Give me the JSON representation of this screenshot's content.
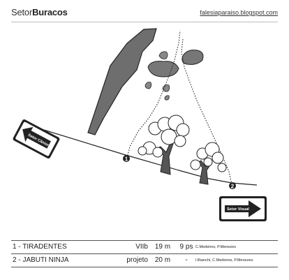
{
  "header": {
    "title_prefix": "Setor",
    "title_bold": "Buracos",
    "website": "falesiaparaiso.blogspot.com"
  },
  "signs": {
    "left": "Setor Cânion",
    "right": "Setor Visual"
  },
  "markers": [
    "1",
    "2"
  ],
  "routes": [
    {
      "name": "1 - TIRADENTES",
      "grade": "VIIb",
      "length": "19 m",
      "bolts": "9 ps",
      "authors": "C.Medeiros, P.Menezes"
    },
    {
      "name": "2 - JABUTI NINJA",
      "grade": "projeto",
      "length": "20 m",
      "bolts": "-",
      "authors": "I.Bianchi, C.Medeiros, P.Menezes."
    }
  ]
}
